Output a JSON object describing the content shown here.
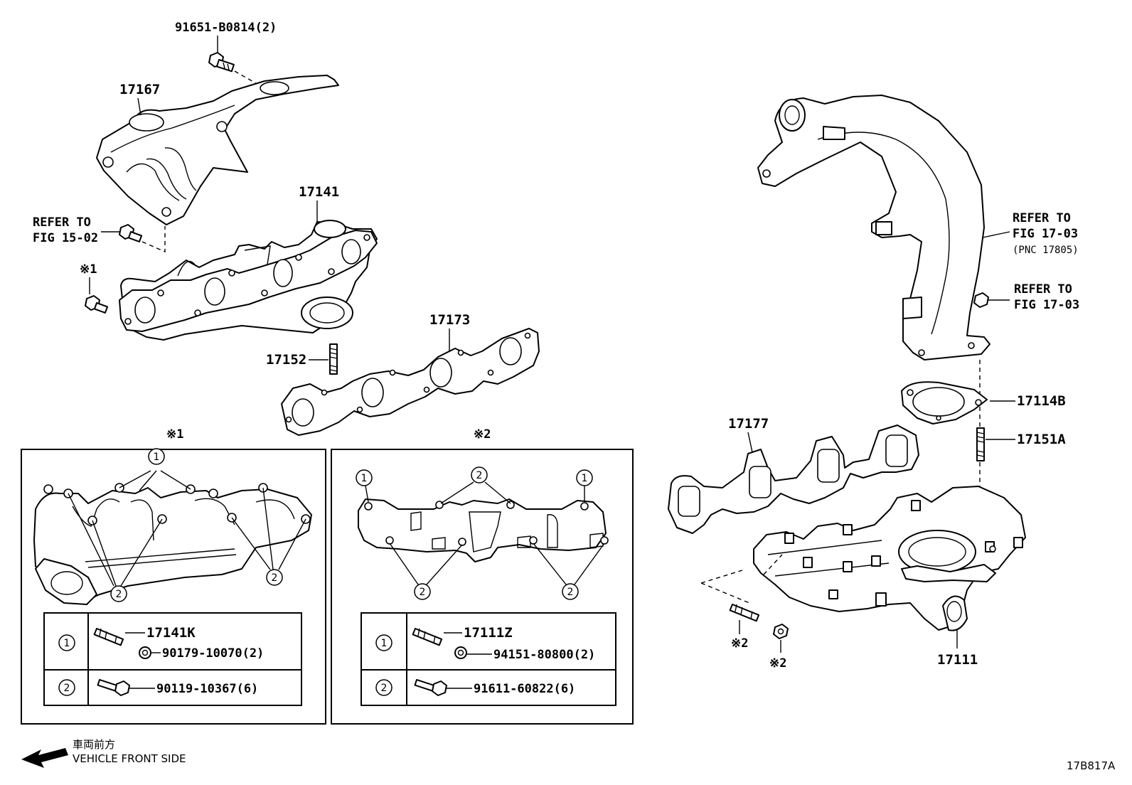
{
  "labels": {
    "p_91651": "91651-B0814(2)",
    "p_17167": "17167",
    "p_17141": "17141",
    "refer_fig_15_02_line1": "REFER TO",
    "refer_fig_15_02_line2": "FIG 15-02",
    "mark_1": "※1",
    "p_17173": "17173",
    "p_17152": "17152",
    "refer_17_03_a_line1": "REFER TO",
    "refer_17_03_a_line2": "FIG 17-03",
    "refer_17_03_a_line3": "(PNC 17805)",
    "refer_17_03_b_line1": "REFER TO",
    "refer_17_03_b_line2": "FIG 17-03",
    "p_17114B": "17114B",
    "p_17151A": "17151A",
    "p_17177": "17177",
    "p_17111": "17111",
    "mark_2_stud": "※2",
    "mark_2_nut": "※2"
  },
  "detail1": {
    "title": "※1",
    "callouts": [
      "1",
      "2"
    ],
    "rows": [
      {
        "num": "1",
        "part_a": "17141K",
        "part_b": "90179-10070(2)"
      },
      {
        "num": "2",
        "part_a": "90119-10367(6)"
      }
    ]
  },
  "detail2": {
    "title": "※2",
    "callouts": [
      "1",
      "2"
    ],
    "rows": [
      {
        "num": "1",
        "part_a": "17111Z",
        "part_b": "94151-80800(2)"
      },
      {
        "num": "2",
        "part_a": "91611-60822(6)"
      }
    ]
  },
  "footer": {
    "front_jp": "車両前方",
    "front_en": "VEHICLE FRONT SIDE",
    "figure_id": "17B817A"
  }
}
